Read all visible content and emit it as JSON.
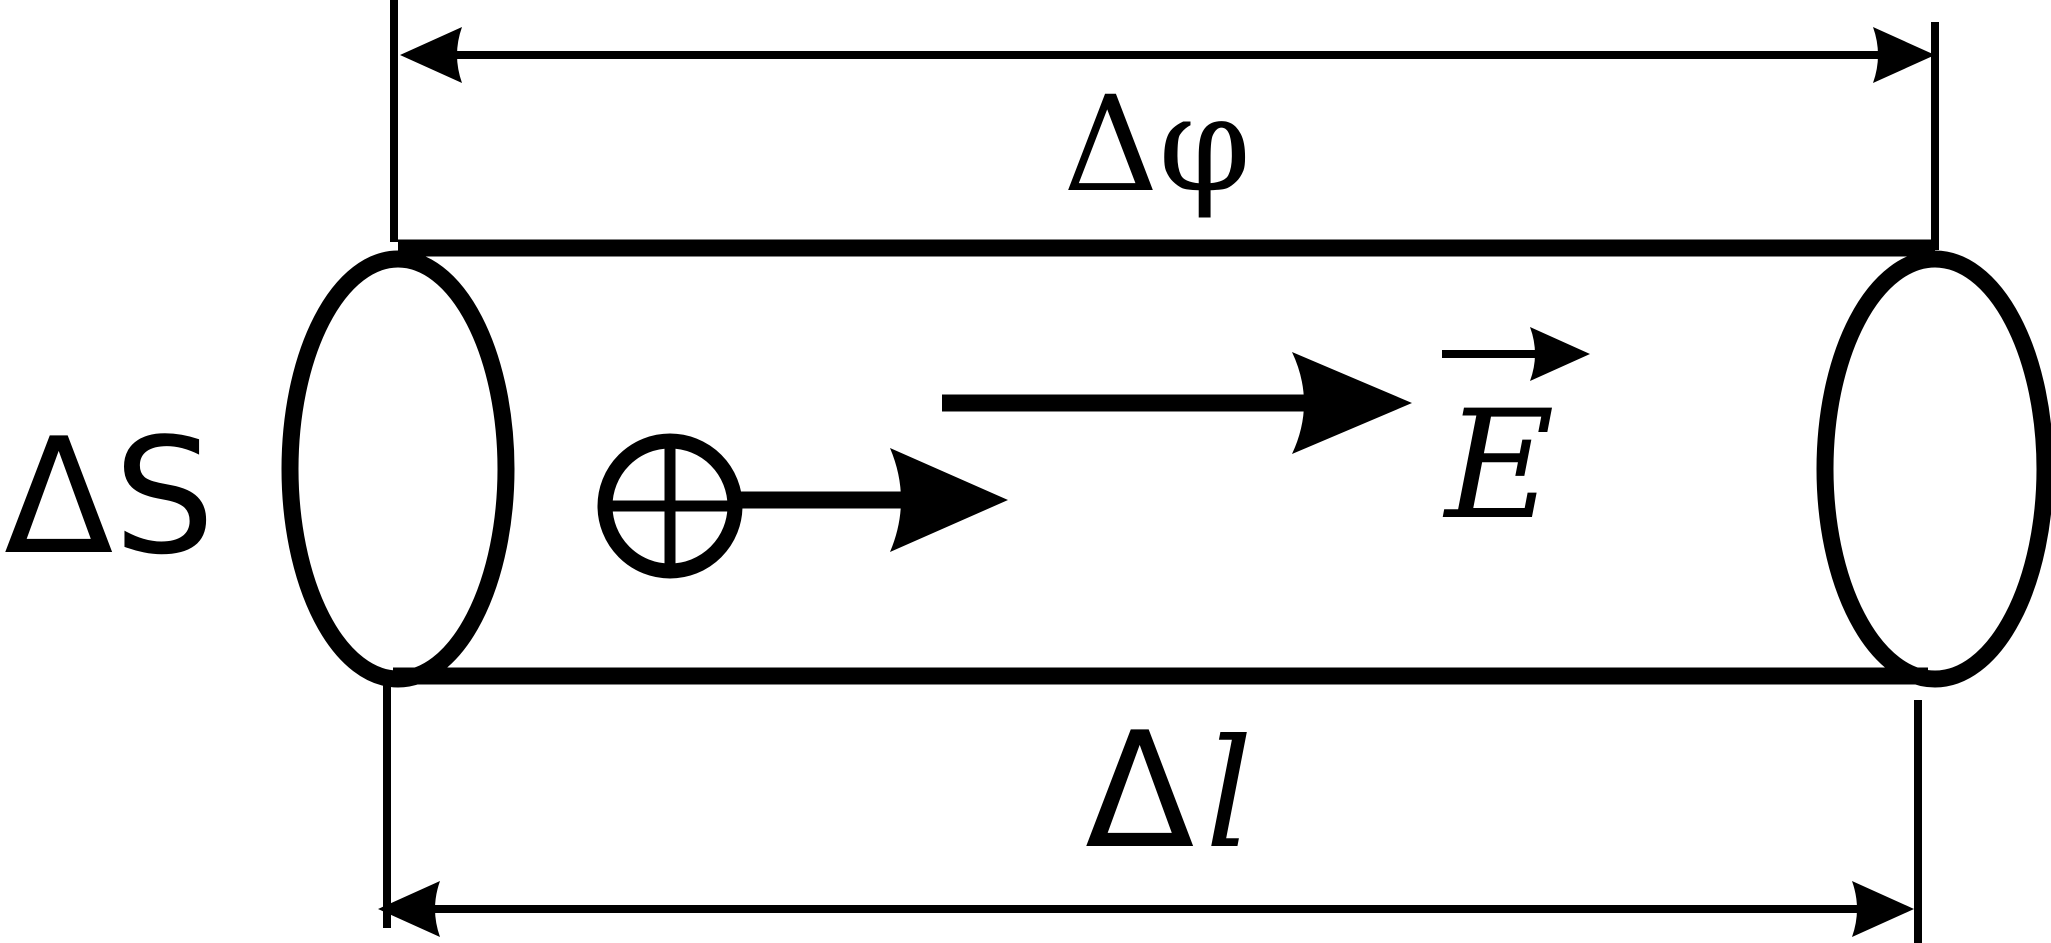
{
  "labels": {
    "delta_phi": "Δφ",
    "delta_s": "ΔS",
    "e_field": "E",
    "delta_l_delta": "Δ",
    "delta_l_l": "l"
  },
  "icons": {
    "positive_charge": "circled-plus"
  },
  "colors": {
    "stroke": "#000000",
    "background": "#ffffff"
  }
}
